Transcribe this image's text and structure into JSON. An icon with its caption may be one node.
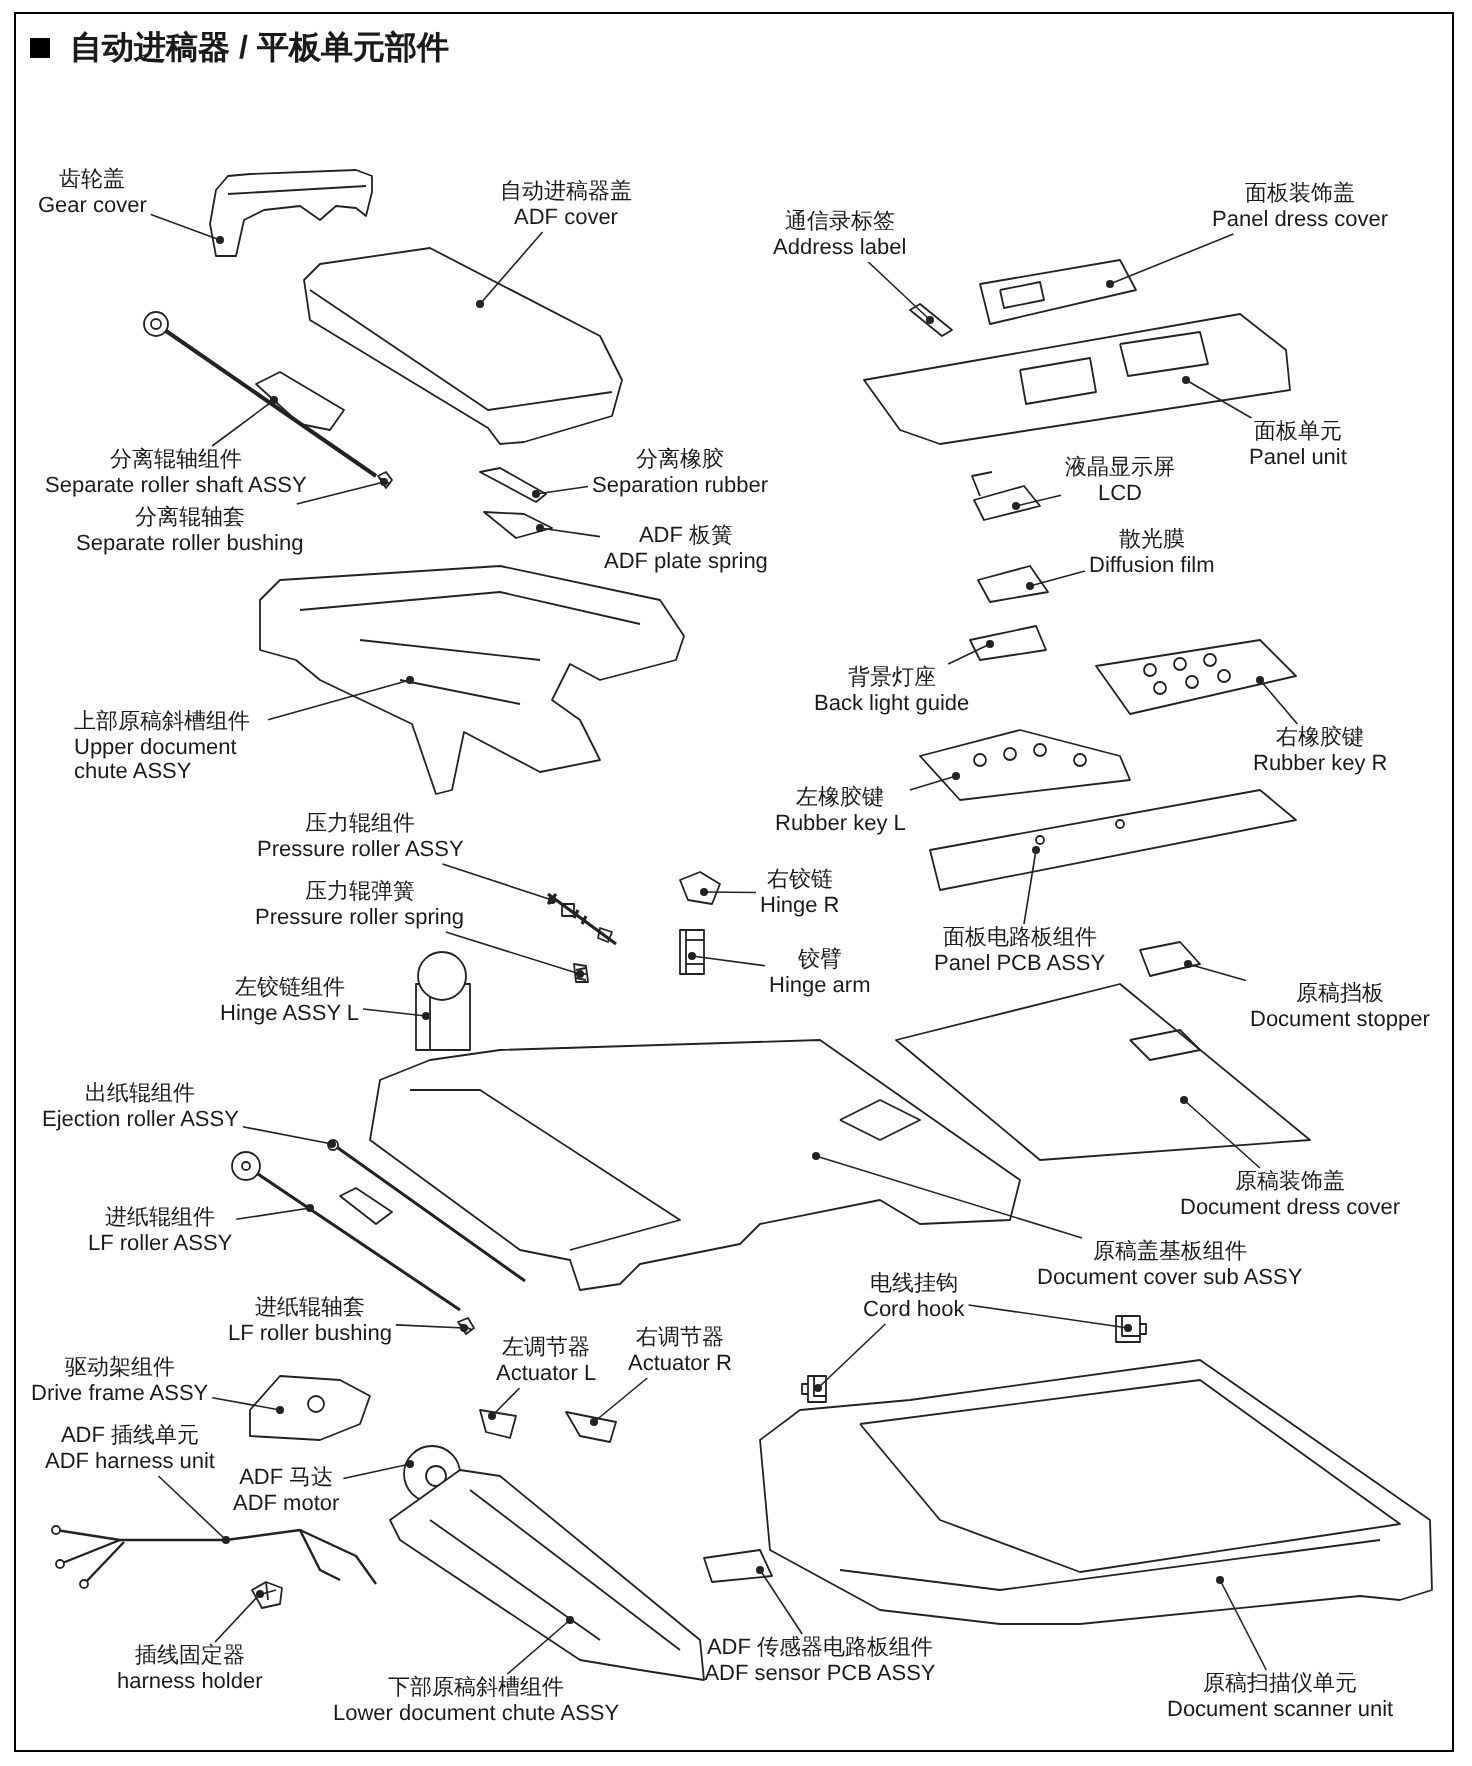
{
  "diagram": {
    "title": "自动进稿器 / 平板单元部件",
    "nodes": [
      {
        "text": [
          "齿轮盖",
          "Gear cover"
        ]
      },
      {
        "text": [],
        "shape": "picture"
      },
      {
        "text": [
          "自动进稿器盖",
          "ADF cover"
        ]
      },
      {
        "text": [],
        "shape": "picture"
      },
      {
        "text": [
          "分离辊轴组件",
          "Separate roller shaft ASSY"
        ]
      },
      {
        "text": [],
        "shape": "picture"
      },
      {
        "text": [
          "分离辊轴套",
          "Separate roller bushing"
        ]
      },
      {
        "text": [],
        "shape": "picture"
      },
      {
        "text": [
          "分离橡胶",
          "Separation rubber"
        ]
      },
      {
        "text": [],
        "shape": "picture"
      },
      {
        "text": [
          "ADF 板簧",
          "ADF plate spring"
        ]
      },
      {
        "text": [],
        "shape": "picture"
      },
      {
        "text": [
          "上部原稿斜槽组件",
          "Upper document chute ASSY"
        ]
      },
      {
        "text": [],
        "shape": "picture"
      },
      {
        "text": [
          "压力辊组件",
          "Pressure roller ASSY"
        ]
      },
      {
        "text": [],
        "shape": "picture"
      },
      {
        "text": [
          "压力辊弹簧",
          "Pressure roller spring"
        ]
      },
      {
        "text": [],
        "shape": "picture"
      },
      {
        "text": [
          "左铰链组件",
          "Hinge ASSY L"
        ]
      },
      {
        "text": [],
        "shape": "picture"
      },
      {
        "text": [
          "出纸辊组件",
          "Ejection roller ASSY"
        ]
      },
      {
        "text": [],
        "shape": "picture"
      },
      {
        "text": [
          "进纸辊组件",
          "LF roller ASSY"
        ]
      },
      {
        "text": [],
        "shape": "picture"
      },
      {
        "text": [
          "进纸辊轴套",
          "LF roller bushing"
        ]
      },
      {
        "text": [],
        "shape": "picture"
      },
      {
        "text": [
          "驱动架组件",
          "Drive frame ASSY"
        ]
      },
      {
        "text": [],
        "shape": "picture"
      },
      {
        "text": [
          "ADF 插线单元",
          "ADF harness unit"
        ]
      },
      {
        "text": [],
        "shape": "picture"
      },
      {
        "text": [
          "插线固定器",
          "harness holder"
        ]
      },
      {
        "text": [],
        "shape": "picture"
      },
      {
        "text": [
          "ADF 马达",
          "ADF motor"
        ]
      },
      {
        "text": [],
        "shape": "picture"
      },
      {
        "text": [
          "左调节器",
          "Actuator L"
        ]
      },
      {
        "text": [],
        "shape": "picture"
      },
      {
        "text": [
          "右调节器",
          "Actuator R"
        ]
      },
      {
        "text": [],
        "shape": "picture"
      },
      {
        "text": [
          "下部原稿斜槽组件",
          "Lower document chute ASSY"
        ]
      },
      {
        "text": [],
        "shape": "picture"
      },
      {
        "text": [
          "ADF 传感器电路板组件",
          "ADF sensor PCB ASSY"
        ]
      },
      {
        "text": [],
        "shape": "picture"
      },
      {
        "text": [
          "原稿扫描仪单元",
          "Document scanner unit"
        ]
      },
      {
        "text": [],
        "shape": "picture"
      },
      {
        "text": [
          "电线挂钩",
          "Cord hook"
        ]
      },
      {
        "text": [],
        "shape": "picture"
      },
      {
        "text": [],
        "shape": "picture"
      },
      {
        "text": [
          "原稿盖基板组件",
          "Document cover sub ASSY"
        ]
      },
      {
        "text": [],
        "shape": "picture"
      },
      {
        "text": [
          "原稿装饰盖",
          "Document dress cover"
        ]
      },
      {
        "text": [],
        "shape": "picture"
      },
      {
        "text": [
          "原稿挡板",
          "Document stopper"
        ]
      },
      {
        "text": [],
        "shape": "picture"
      },
      {
        "text": [
          "面板电路板组件",
          "Panel PCB ASSY"
        ]
      },
      {
        "text": [],
        "shape": "picture"
      },
      {
        "text": [
          "右铰链",
          "Hinge R"
        ]
      },
      {
        "text": [],
        "shape": "picture"
      },
      {
        "text": [
          "铰臂",
          "Hinge arm"
        ]
      },
      {
        "text": [],
        "shape": "picture"
      },
      {
        "text": [
          "左橡胶键",
          "Rubber key L"
        ]
      },
      {
        "text": [],
        "shape": "picture"
      },
      {
        "text": [
          "右橡胶键",
          "Rubber key R"
        ]
      },
      {
        "text": [],
        "shape": "picture"
      },
      {
        "text": [
          "背景灯座",
          "Back light guide"
        ]
      },
      {
        "text": [],
        "shape": "picture"
      },
      {
        "text": [
          "散光膜",
          "Diffusion film"
        ]
      },
      {
        "text": [],
        "shape": "picture"
      },
      {
        "text": [
          "液晶显示屏",
          "LCD"
        ]
      },
      {
        "text": [],
        "shape": "picture"
      },
      {
        "text": [
          "面板单元",
          "Panel unit"
        ]
      },
      {
        "text": [],
        "shape": "picture"
      },
      {
        "text": [
          "通信录标签",
          "Address label"
        ]
      },
      {
        "text": [],
        "shape": "picture"
      },
      {
        "text": [
          "面板装饰盖",
          "Panel dress cover"
        ]
      },
      {
        "text": [],
        "shape": "picture"
      }
    ],
    "edges": [
      {
        "from": 0,
        "to": 1,
        "arrow": "other"
      },
      {
        "from": 2,
        "to": 3,
        "arrow": "other"
      },
      {
        "from": 4,
        "to": 5,
        "arrow": "other"
      },
      {
        "from": 6,
        "to": 7,
        "arrow": "other"
      },
      {
        "from": 8,
        "to": 9,
        "arrow": "other"
      },
      {
        "from": 10,
        "to": 11,
        "arrow": "other"
      },
      {
        "from": 12,
        "to": 13,
        "arrow": "other"
      },
      {
        "from": 14,
        "to": 15,
        "arrow": "other"
      },
      {
        "from": 16,
        "to": 17,
        "arrow": "other"
      },
      {
        "from": 18,
        "to": 19,
        "arrow": "other"
      },
      {
        "from": 20,
        "to": 21,
        "arrow": "other"
      },
      {
        "from": 22,
        "to": 23,
        "arrow": "other"
      },
      {
        "from": 24,
        "to": 25,
        "arrow": "other"
      },
      {
        "from": 26,
        "to": 27,
        "arrow": "other"
      },
      {
        "from": 28,
        "to": 29,
        "arrow": "other"
      },
      {
        "from": 30,
        "to": 31,
        "arrow": "other"
      },
      {
        "from": 32,
        "to": 33,
        "arrow": "other"
      },
      {
        "from": 34,
        "to": 35,
        "arrow": "other"
      },
      {
        "from": 36,
        "to": 37,
        "arrow": "other"
      },
      {
        "from": 38,
        "to": 39,
        "arrow": "other"
      },
      {
        "from": 40,
        "to": 41,
        "arrow": "other"
      },
      {
        "from": 42,
        "to": 43,
        "arrow": "other"
      },
      {
        "from": 44,
        "to": 45,
        "arrow": "other"
      },
      {
        "from": 44,
        "to": 46,
        "arrow": "other"
      },
      {
        "from": 47,
        "to": 48,
        "arrow": "other"
      },
      {
        "from": 49,
        "to": 50,
        "arrow": "other"
      },
      {
        "from": 51,
        "to": 52,
        "arrow": "other"
      },
      {
        "from": 53,
        "to": 54,
        "arrow": "other"
      },
      {
        "from": 55,
        "to": 56,
        "arrow": "other"
      },
      {
        "from": 57,
        "to": 58,
        "arrow": "other"
      },
      {
        "from": 59,
        "to": 60,
        "arrow": "other"
      },
      {
        "from": 61,
        "to": 62,
        "arrow": "other"
      },
      {
        "from": 63,
        "to": 64,
        "arrow": "other"
      },
      {
        "from": 65,
        "to": 66,
        "arrow": "other"
      },
      {
        "from": 67,
        "to": 68,
        "arrow": "other"
      },
      {
        "from": 69,
        "to": 70,
        "arrow": "other"
      },
      {
        "from": 71,
        "to": 72,
        "arrow": "other"
      },
      {
        "from": 73,
        "to": 74,
        "arrow": "other"
      }
    ]
  }
}
